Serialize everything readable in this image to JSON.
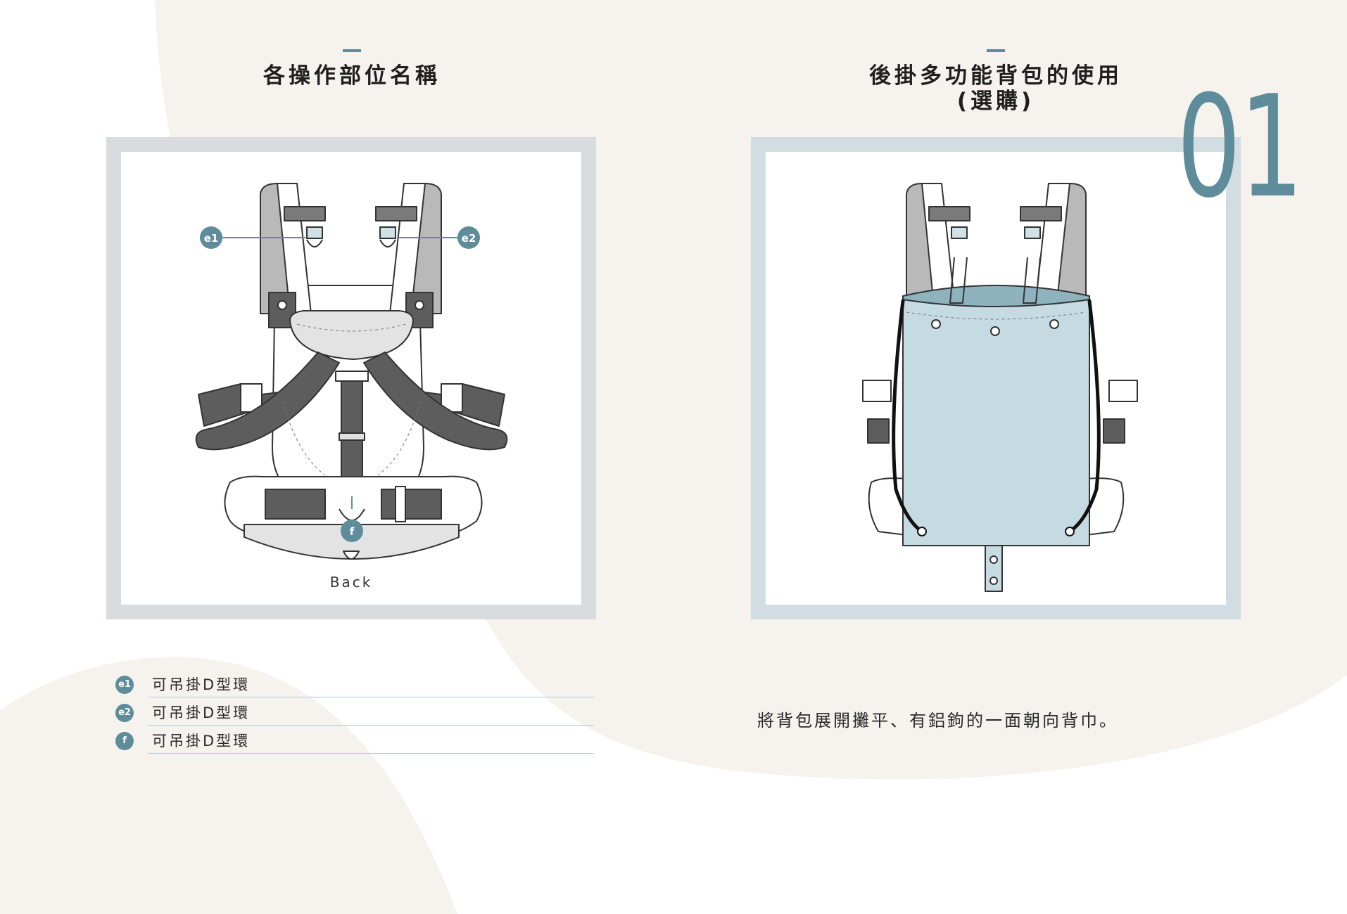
{
  "page_number": "01",
  "left_section": {
    "title": "各操作部位名稱",
    "figure_caption": "Back",
    "callouts": [
      "e1",
      "e2",
      "f"
    ],
    "legend": [
      {
        "badge": "e1",
        "text": "可吊掛D型環"
      },
      {
        "badge": "e2",
        "text": "可吊掛D型環"
      },
      {
        "badge": "f",
        "text": "可吊掛D型環"
      }
    ]
  },
  "right_section": {
    "title_line1": "後掛多功能背包的使用",
    "title_line2": "(選購)",
    "description": "將背包展開攤平、有鋁鉤的一面朝向背巾。"
  },
  "colors": {
    "accent": "#5f8c9a",
    "background_shape": "#f6f3ee",
    "frame_gray": "#d8dcdf",
    "frame_blue": "#d2dde3",
    "bag_fill": "#c6dae2",
    "strap_gray": "#b9b9b9",
    "strap_dark": "#5d5d5d"
  }
}
